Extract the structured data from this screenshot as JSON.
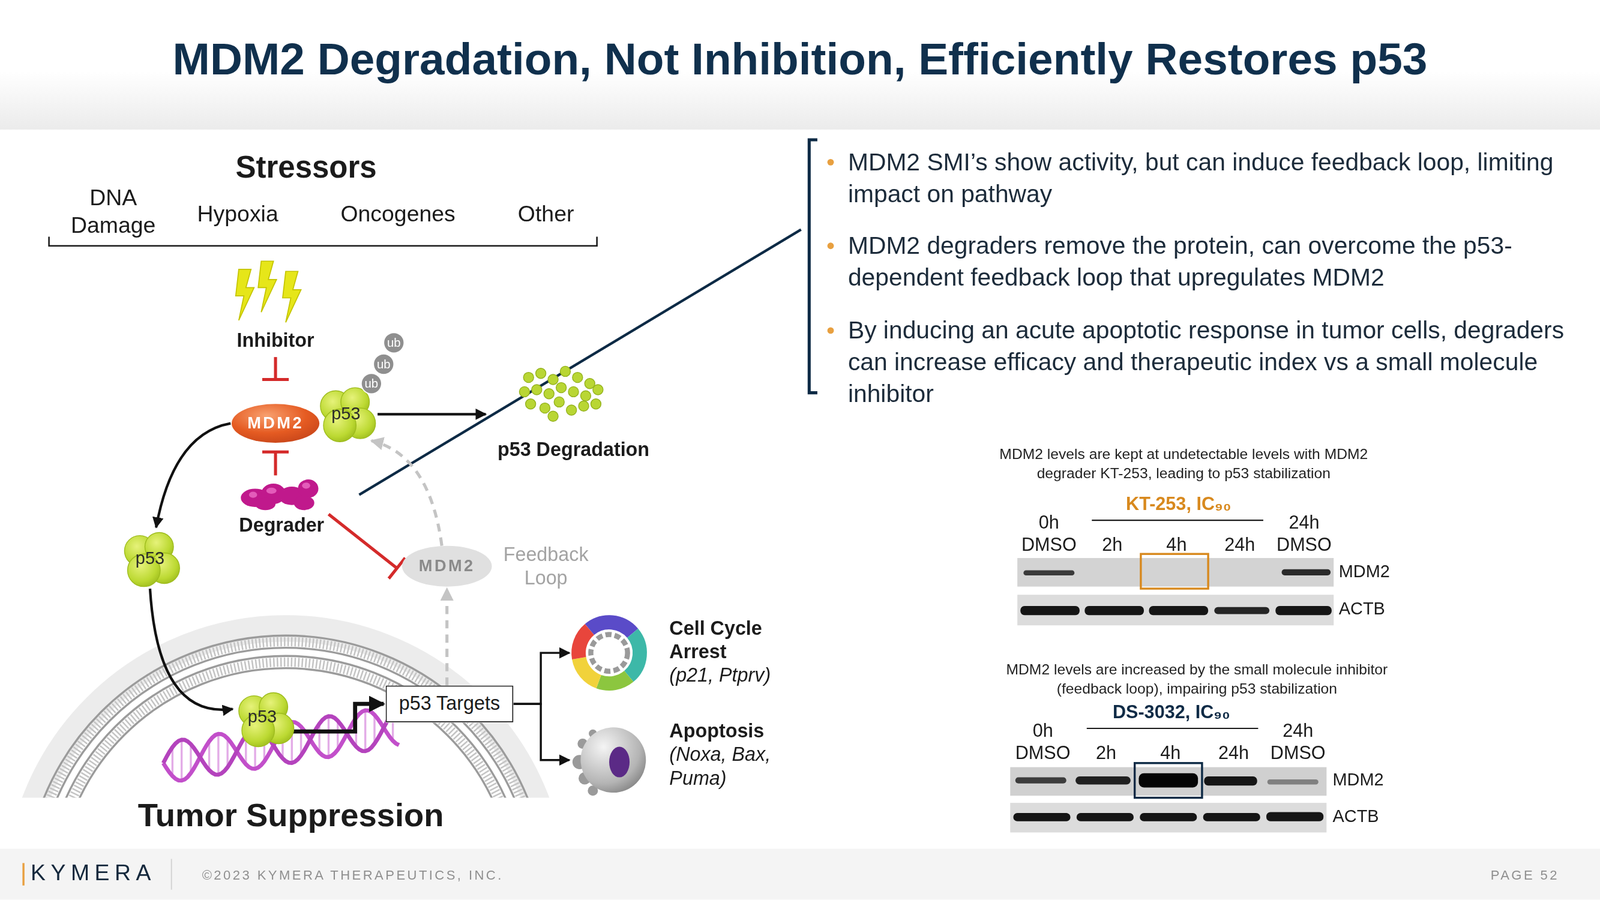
{
  "diagram": {
    "title": "MDM2 Degradation, Not Inhibition, Efficiently Restores p53",
    "nodes": [
      {
        "text": [
          "MDM2"
        ]
      },
      {
        "text": [
          "p53"
        ]
      },
      {
        "text": [
          "ub"
        ]
      },
      {
        "text": [
          "ub"
        ]
      },
      {
        "text": [
          "ub"
        ]
      },
      {
        "text": [
          "p53 Degradation"
        ]
      },
      {
        "text": [
          "Degrader"
        ]
      },
      {
        "text": [
          "p53"
        ]
      },
      {
        "text": [
          "MDM2",
          "Feedback Loop"
        ]
      },
      {
        "text": [
          "p53"
        ]
      },
      {
        "text": [
          "p53 Targets"
        ]
      },
      {
        "text": [
          "Cell Cycle Arrest",
          "(p21, Ptprv)"
        ]
      },
      {
        "text": [
          "Apoptosis",
          "(Noxa, Bax, Puma)"
        ]
      }
    ],
    "edges": [
      {
        "from": 1,
        "to": 5,
        "arrow": "to"
      },
      {
        "from": 0,
        "to": 7,
        "arrow": "to"
      },
      {
        "from": 6,
        "to": 0,
        "arrow": "to"
      },
      {
        "from": 6,
        "to": 8,
        "arrow": "to"
      },
      {
        "from": 7,
        "to": 9,
        "arrow": "to"
      },
      {
        "from": 9,
        "to": 10,
        "arrow": "to"
      },
      {
        "from": 10,
        "to": 8,
        "arrow": "to"
      },
      {
        "from": 8,
        "to": 1,
        "arrow": "to"
      },
      {
        "from": 10,
        "to": 11,
        "arrow": "to"
      },
      {
        "from": 10,
        "to": 12,
        "arrow": "to"
      }
    ],
    "labels": [
      "Stressors",
      "DNA Damage",
      "Hypoxia",
      "Oncogenes",
      "Other",
      "Inhibitor",
      "Tumor Suppression",
      "MDM2 SMI’s show activity, but can induce feedback loop, limiting impact on pathway",
      "MDM2 degraders remove the protein, can overcome the p53-dependent feedback loop that upregulates MDM2",
      "By inducing an acute apoptotic response in tumor cells, degraders can increase efficacy and therapeutic index vs a small molecule inhibitor",
      "MDM2 levels are kept at undetectable levels with MDM2 degrader KT-253, leading to p53 stabilization",
      "KT-253, IC₉₀",
      "0h DMSO",
      "2h",
      "4h",
      "24h",
      "24h DMSO",
      "MDM2",
      "ACTB",
      "MDM2 levels are increased by the small molecule inhibitor (feedback loop), impairing p53 stabilization",
      "DS-3032, IC₉₀",
      "0h DMSO",
      "2h",
      "4h",
      "24h",
      "24h DMSO",
      "MDM2",
      "ACTB",
      "KYMERA",
      "©2023 KYMERA THERAPEUTICS, INC.",
      "PAGE 52"
    ]
  }
}
